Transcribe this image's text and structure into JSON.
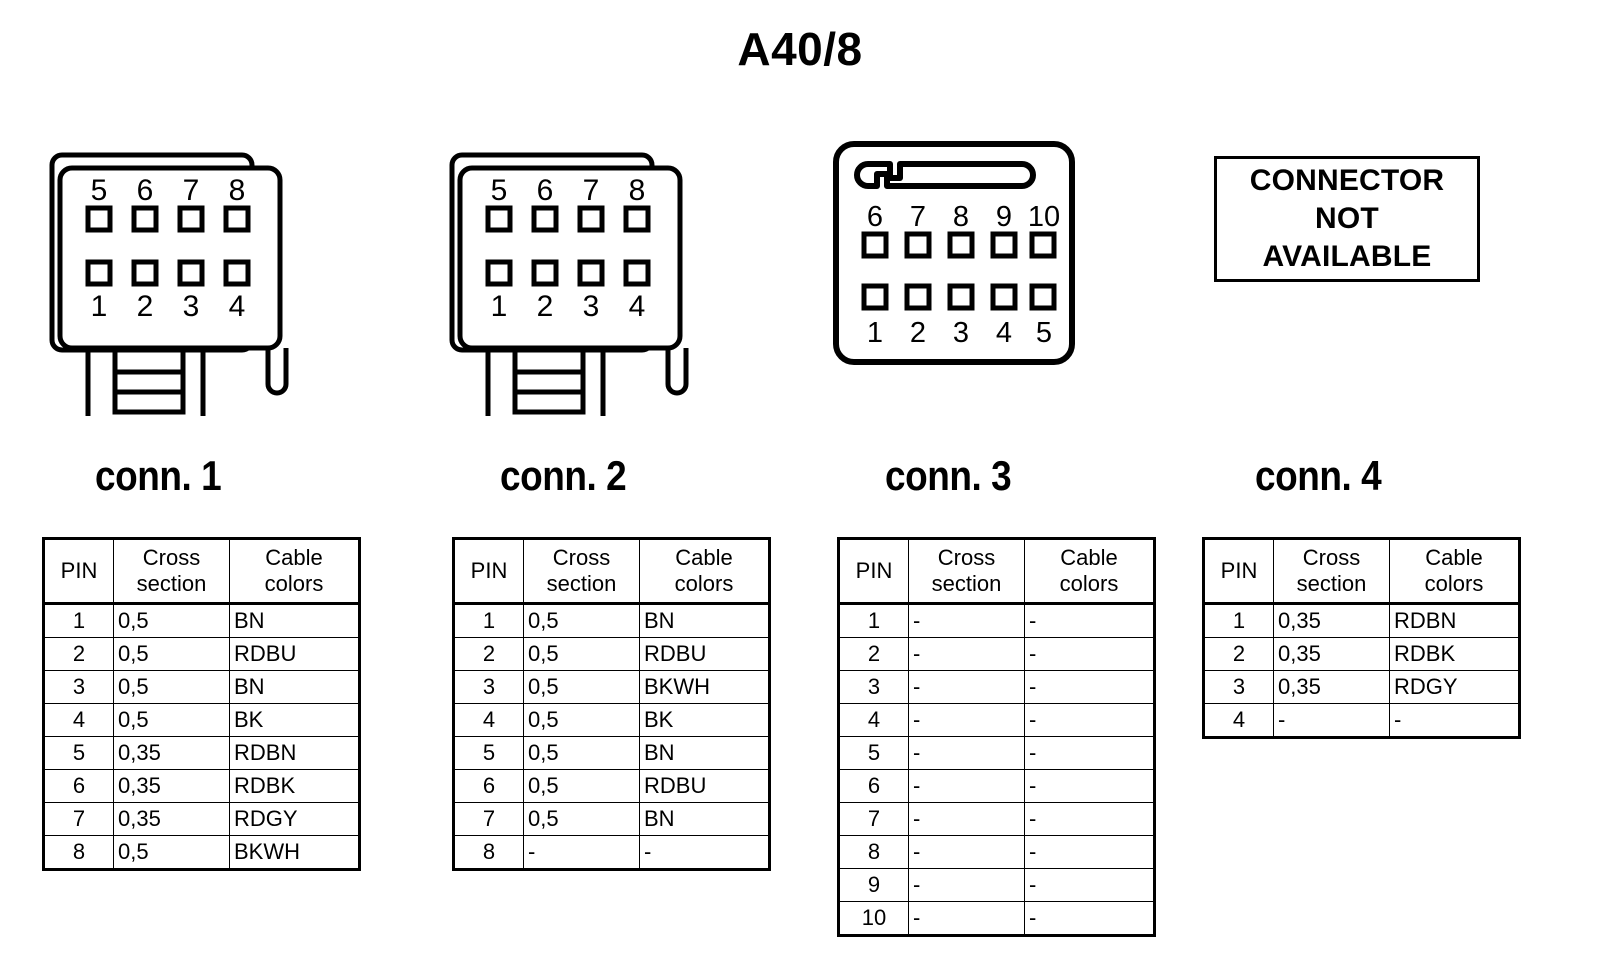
{
  "title": "A40/8",
  "table_headers": {
    "pin": "PIN",
    "cross_section_line1": "Cross",
    "cross_section_line2": "section",
    "cable_colors_line1": "Cable",
    "cable_colors_line2": "colors"
  },
  "connectors": [
    {
      "id": "conn1",
      "caption": "conn. 1",
      "type": "8-pin-dual-row-with-latch",
      "pin_layout": {
        "top_row": [
          "5",
          "6",
          "7",
          "8"
        ],
        "bottom_row": [
          "1",
          "2",
          "3",
          "4"
        ]
      },
      "available": true,
      "table": {
        "rows": [
          {
            "pin": "1",
            "cross_section": "0,5",
            "cable_colors": "BN"
          },
          {
            "pin": "2",
            "cross_section": "0,5",
            "cable_colors": "RDBU"
          },
          {
            "pin": "3",
            "cross_section": "0,5",
            "cable_colors": "BN"
          },
          {
            "pin": "4",
            "cross_section": "0,5",
            "cable_colors": "BK"
          },
          {
            "pin": "5",
            "cross_section": "0,35",
            "cable_colors": "RDBN"
          },
          {
            "pin": "6",
            "cross_section": "0,35",
            "cable_colors": "RDBK"
          },
          {
            "pin": "7",
            "cross_section": "0,35",
            "cable_colors": "RDGY"
          },
          {
            "pin": "8",
            "cross_section": "0,5",
            "cable_colors": "BKWH"
          }
        ]
      }
    },
    {
      "id": "conn2",
      "caption": "conn. 2",
      "type": "8-pin-dual-row-with-latch",
      "pin_layout": {
        "top_row": [
          "5",
          "6",
          "7",
          "8"
        ],
        "bottom_row": [
          "1",
          "2",
          "3",
          "4"
        ]
      },
      "available": true,
      "table": {
        "rows": [
          {
            "pin": "1",
            "cross_section": "0,5",
            "cable_colors": "BN"
          },
          {
            "pin": "2",
            "cross_section": "0,5",
            "cable_colors": "RDBU"
          },
          {
            "pin": "3",
            "cross_section": "0,5",
            "cable_colors": "BKWH"
          },
          {
            "pin": "4",
            "cross_section": "0,5",
            "cable_colors": "BK"
          },
          {
            "pin": "5",
            "cross_section": "0,5",
            "cable_colors": "BN"
          },
          {
            "pin": "6",
            "cross_section": "0,5",
            "cable_colors": "RDBU"
          },
          {
            "pin": "7",
            "cross_section": "0,5",
            "cable_colors": "BN"
          },
          {
            "pin": "8",
            "cross_section": "-",
            "cable_colors": "-"
          }
        ]
      }
    },
    {
      "id": "conn3",
      "caption": "conn. 3",
      "type": "10-pin-dual-row-with-keyed-slot",
      "pin_layout": {
        "top_row": [
          "6",
          "7",
          "8",
          "9",
          "10"
        ],
        "bottom_row": [
          "1",
          "2",
          "3",
          "4",
          "5"
        ]
      },
      "available": true,
      "table": {
        "rows": [
          {
            "pin": "1",
            "cross_section": "-",
            "cable_colors": "-"
          },
          {
            "pin": "2",
            "cross_section": "-",
            "cable_colors": "-"
          },
          {
            "pin": "3",
            "cross_section": "-",
            "cable_colors": "-"
          },
          {
            "pin": "4",
            "cross_section": "-",
            "cable_colors": "-"
          },
          {
            "pin": "5",
            "cross_section": "-",
            "cable_colors": "-"
          },
          {
            "pin": "6",
            "cross_section": "-",
            "cable_colors": "-"
          },
          {
            "pin": "7",
            "cross_section": "-",
            "cable_colors": "-"
          },
          {
            "pin": "8",
            "cross_section": "-",
            "cable_colors": "-"
          },
          {
            "pin": "9",
            "cross_section": "-",
            "cable_colors": "-"
          },
          {
            "pin": "10",
            "cross_section": "-",
            "cable_colors": "-"
          }
        ]
      }
    },
    {
      "id": "conn4",
      "caption": "conn. 4",
      "type": "not-available",
      "available": false,
      "not_available_notice": {
        "line1": "CONNECTOR",
        "line2": "NOT",
        "line3": "AVAILABLE"
      },
      "table": {
        "rows": [
          {
            "pin": "1",
            "cross_section": "0,35",
            "cable_colors": "RDBN"
          },
          {
            "pin": "2",
            "cross_section": "0,35",
            "cable_colors": "RDBK"
          },
          {
            "pin": "3",
            "cross_section": "0,35",
            "cable_colors": "RDGY"
          },
          {
            "pin": "4",
            "cross_section": "-",
            "cable_colors": "-"
          }
        ]
      }
    }
  ],
  "colors": {
    "ink": "#000000",
    "paper": "#ffffff"
  }
}
